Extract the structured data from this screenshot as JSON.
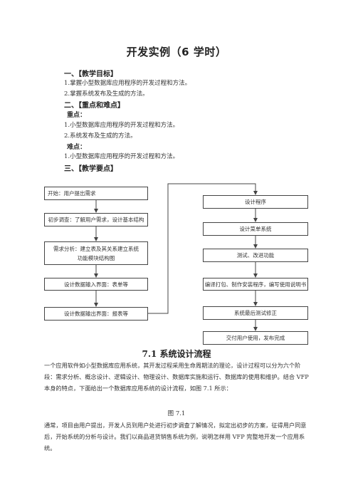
{
  "title": "开发实例（6 学时）",
  "section1": {
    "heading": "一、【教学目标】",
    "items": [
      "1.掌握小型数据库应用程序的开发过程和方法。",
      "2.掌握系统发布及生成的方法。"
    ]
  },
  "section2": {
    "heading": "二、【重点和难点】",
    "key_label": "重点：",
    "key_items": [
      "1.小型数据库应用程序的开发过程和方法。",
      "2.系统发布及生成的方法。"
    ],
    "hard_label": "难点：",
    "hard_items": [
      "1.小型数据库应用程序的开发过程和方法。"
    ]
  },
  "section3": {
    "heading": "三、【教学要点】"
  },
  "flow": {
    "left": [
      "开始：用户提出需求",
      "初步调查：了解用户需求，设计基本结构",
      "需求分析：建立表及其关系建立系统功能模块结构图",
      "设计数据输入界面：表单等",
      "设计数据输出界面：报表等"
    ],
    "right": [
      "设计程序",
      "设计菜单系统",
      "测试、改进功能",
      "编译打包、制作安装程序，编写使用说明书",
      "系统最后测试修正",
      "交付用户使用，发布完成"
    ]
  },
  "section_title": "7.1 系统设计流程",
  "para1": "一个应用软件如小型数据库应用系统，其开发过程采用生命周期法的理论，设计过程可以分为六个阶段：需求分析、概念设计、逻辑设计、物理设计、数据库实施和运行、数据库的使用和维护。结合 VFP 本身的特点，下面给出一个数据库应用系统的设计流程，如图 7.1 所示：",
  "caption": "图 7.1",
  "para2": "通常，项目由用户提出，开发人员到用户处进行初步调查了解情况，拟定出初步的方案，征得用户同意后，开始系统的分析与设计。我们以商品进货销售系统为例，说明怎样用 VFP 完整地开发一个应用系统。"
}
